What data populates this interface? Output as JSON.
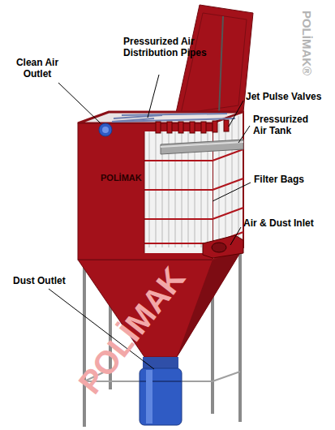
{
  "diagram": {
    "labels": [
      "Pressurized Air Distribution Pipes",
      "Clean Air Outlet",
      "Jet Pulse Valves",
      "Pressurized Air Tank",
      "Filter Bags",
      "Air & Dust Inlet",
      "Dust Outlet",
      "POLİMAK",
      "POLİMAK®",
      "POLİMAK"
    ]
  }
}
